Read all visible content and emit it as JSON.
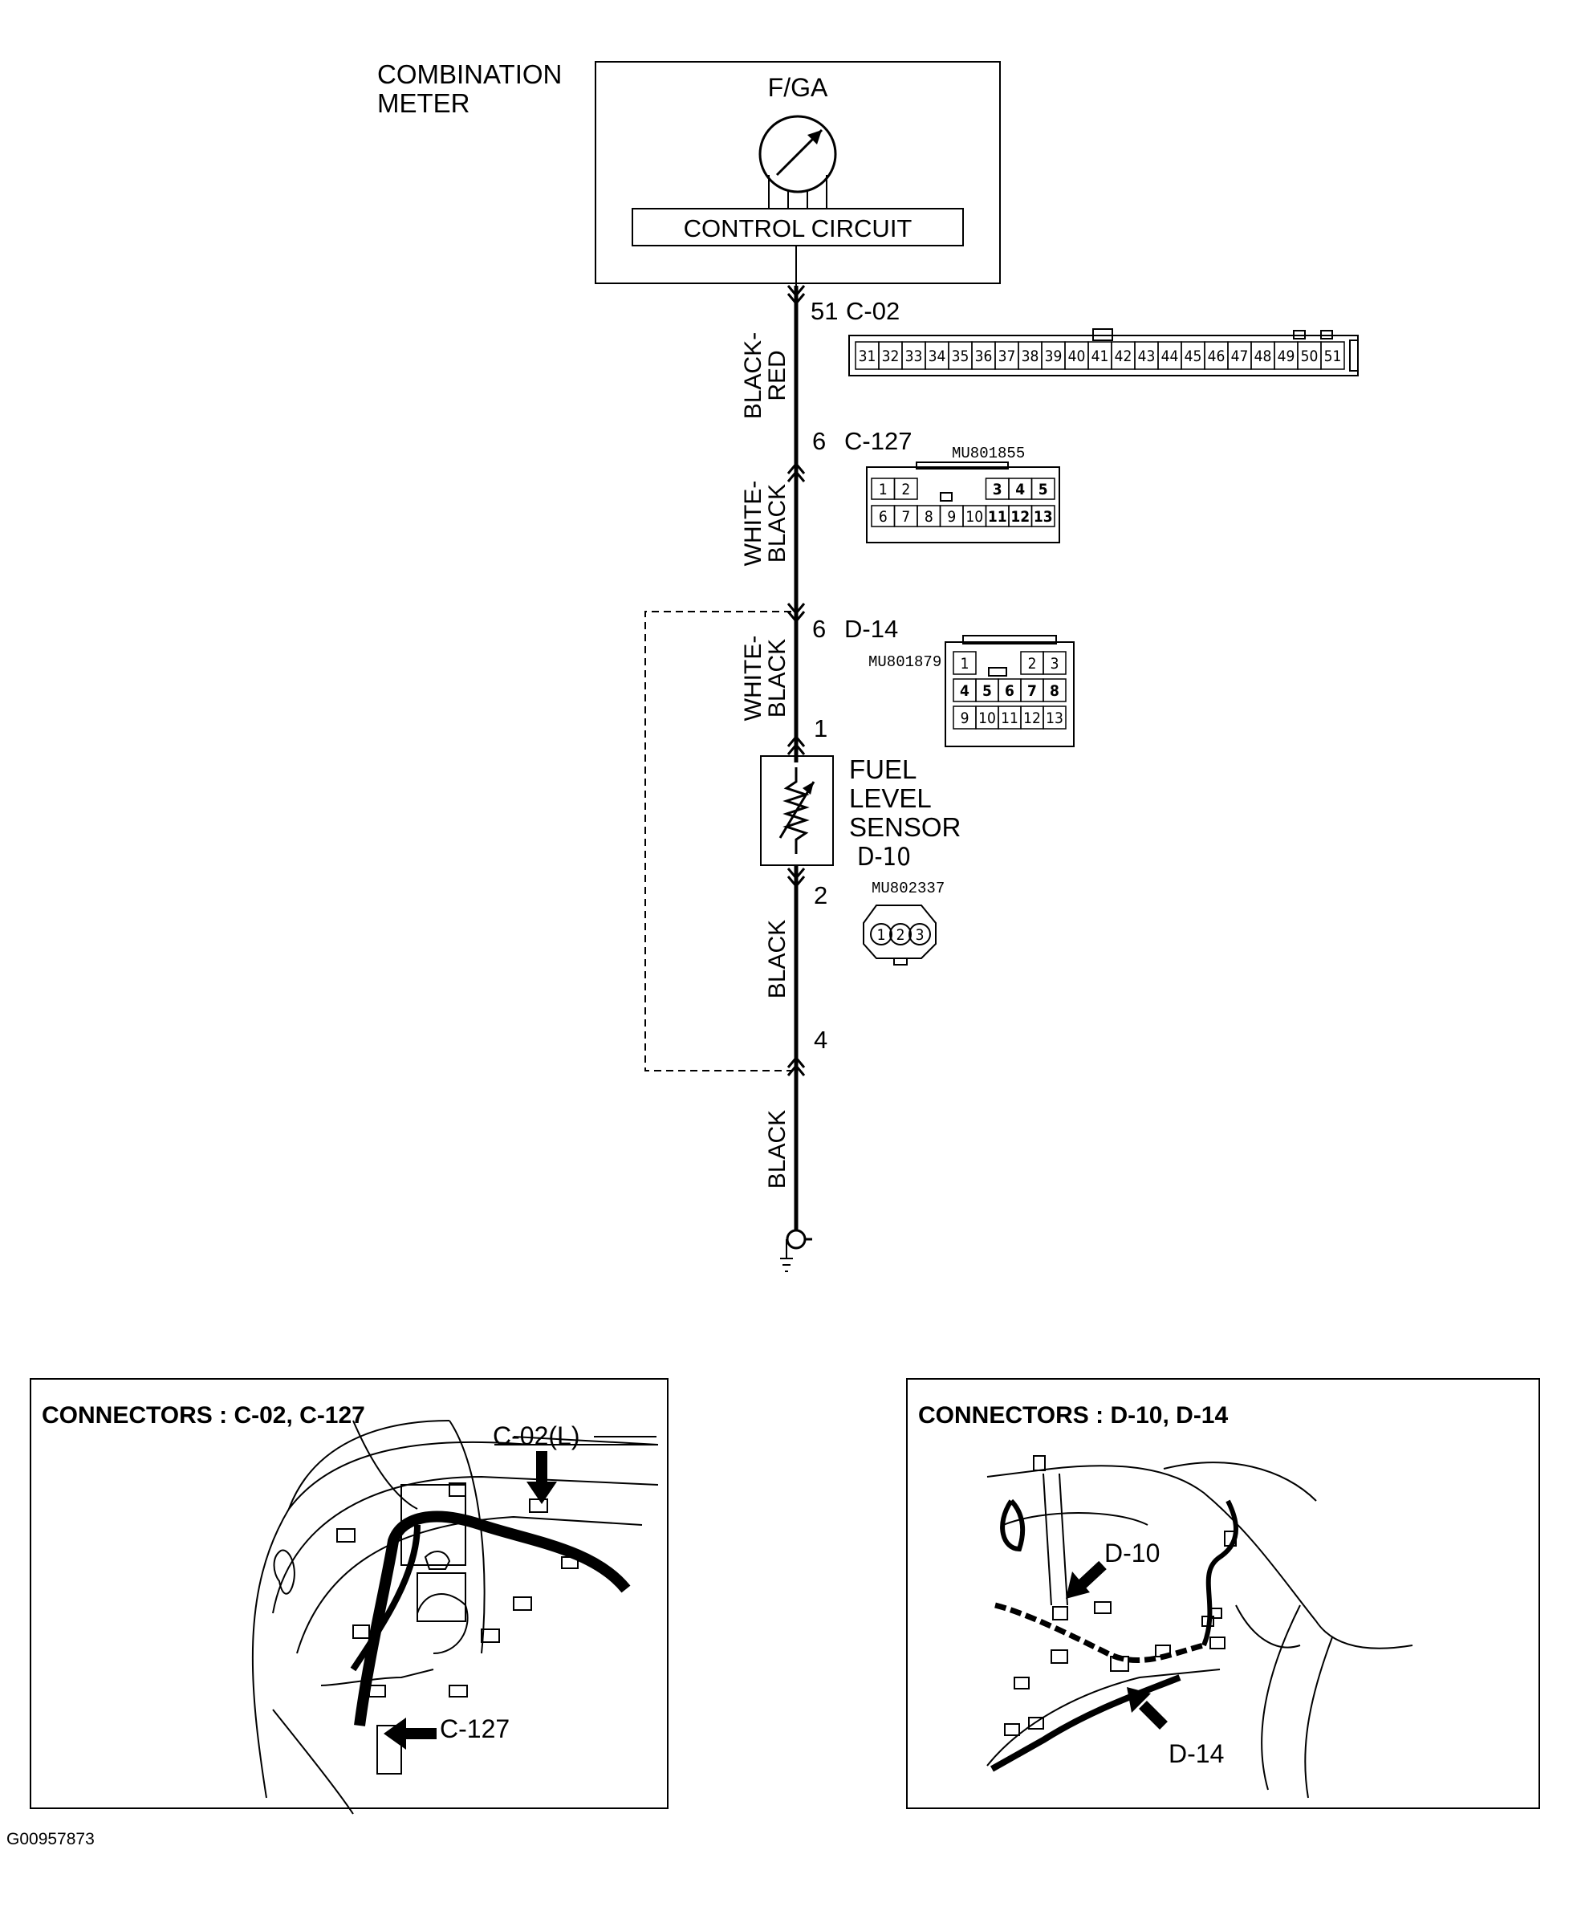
{
  "meter": {
    "title_line1": "COMBINATION",
    "title_line2": "METER",
    "gauge_label": "F/GA",
    "control_circuit": "CONTROL CIRCUIT"
  },
  "wire_colors": {
    "seg1_line1": "BLACK-",
    "seg1_line2": "RED",
    "seg2_line1": "WHITE-",
    "seg2_line2": "BLACK",
    "seg3_line1": "WHITE-",
    "seg3_line2": "BLACK",
    "seg4": "BLACK",
    "seg5": "BLACK"
  },
  "connectors": {
    "c02": {
      "pin": "51",
      "name": "C-02",
      "pins": [
        "31",
        "32",
        "33",
        "34",
        "35",
        "36",
        "37",
        "38",
        "39",
        "40",
        "41",
        "42",
        "43",
        "44",
        "45",
        "46",
        "47",
        "48",
        "49",
        "50",
        "51"
      ]
    },
    "c127": {
      "pin": "6",
      "name": "C-127",
      "part": "MU801855",
      "row1": [
        "1",
        "2",
        "",
        "",
        "",
        "3",
        "4",
        "5"
      ],
      "row2": [
        "6",
        "7",
        "8",
        "9",
        "10",
        "11",
        "12",
        "13"
      ]
    },
    "d14": {
      "pin": "6",
      "name": "D-14",
      "part": "MU801879",
      "row1": [
        "1",
        "",
        "",
        "2",
        "3"
      ],
      "row2": [
        "4",
        "5",
        "6",
        "7",
        "8"
      ],
      "row3": [
        "9",
        "10",
        "11",
        "12",
        "13"
      ]
    },
    "d10": {
      "pin_top": "1",
      "pin_bottom": "2",
      "name": "D-10",
      "part": "MU802337",
      "pins": [
        "1",
        "2",
        "3"
      ]
    },
    "ground_splice_pin": "4"
  },
  "sensor": {
    "line1": "FUEL",
    "line2": "LEVEL",
    "line3": "SENSOR"
  },
  "panels": {
    "left": {
      "title": "CONNECTORS : C-02, C-127",
      "label_c02l": "C-02(L)",
      "label_c127": "C-127"
    },
    "right": {
      "title": "CONNECTORS : D-10, D-14",
      "label_d10": "D-10",
      "label_d14": "D-14"
    }
  },
  "figure_id": "G00957873"
}
